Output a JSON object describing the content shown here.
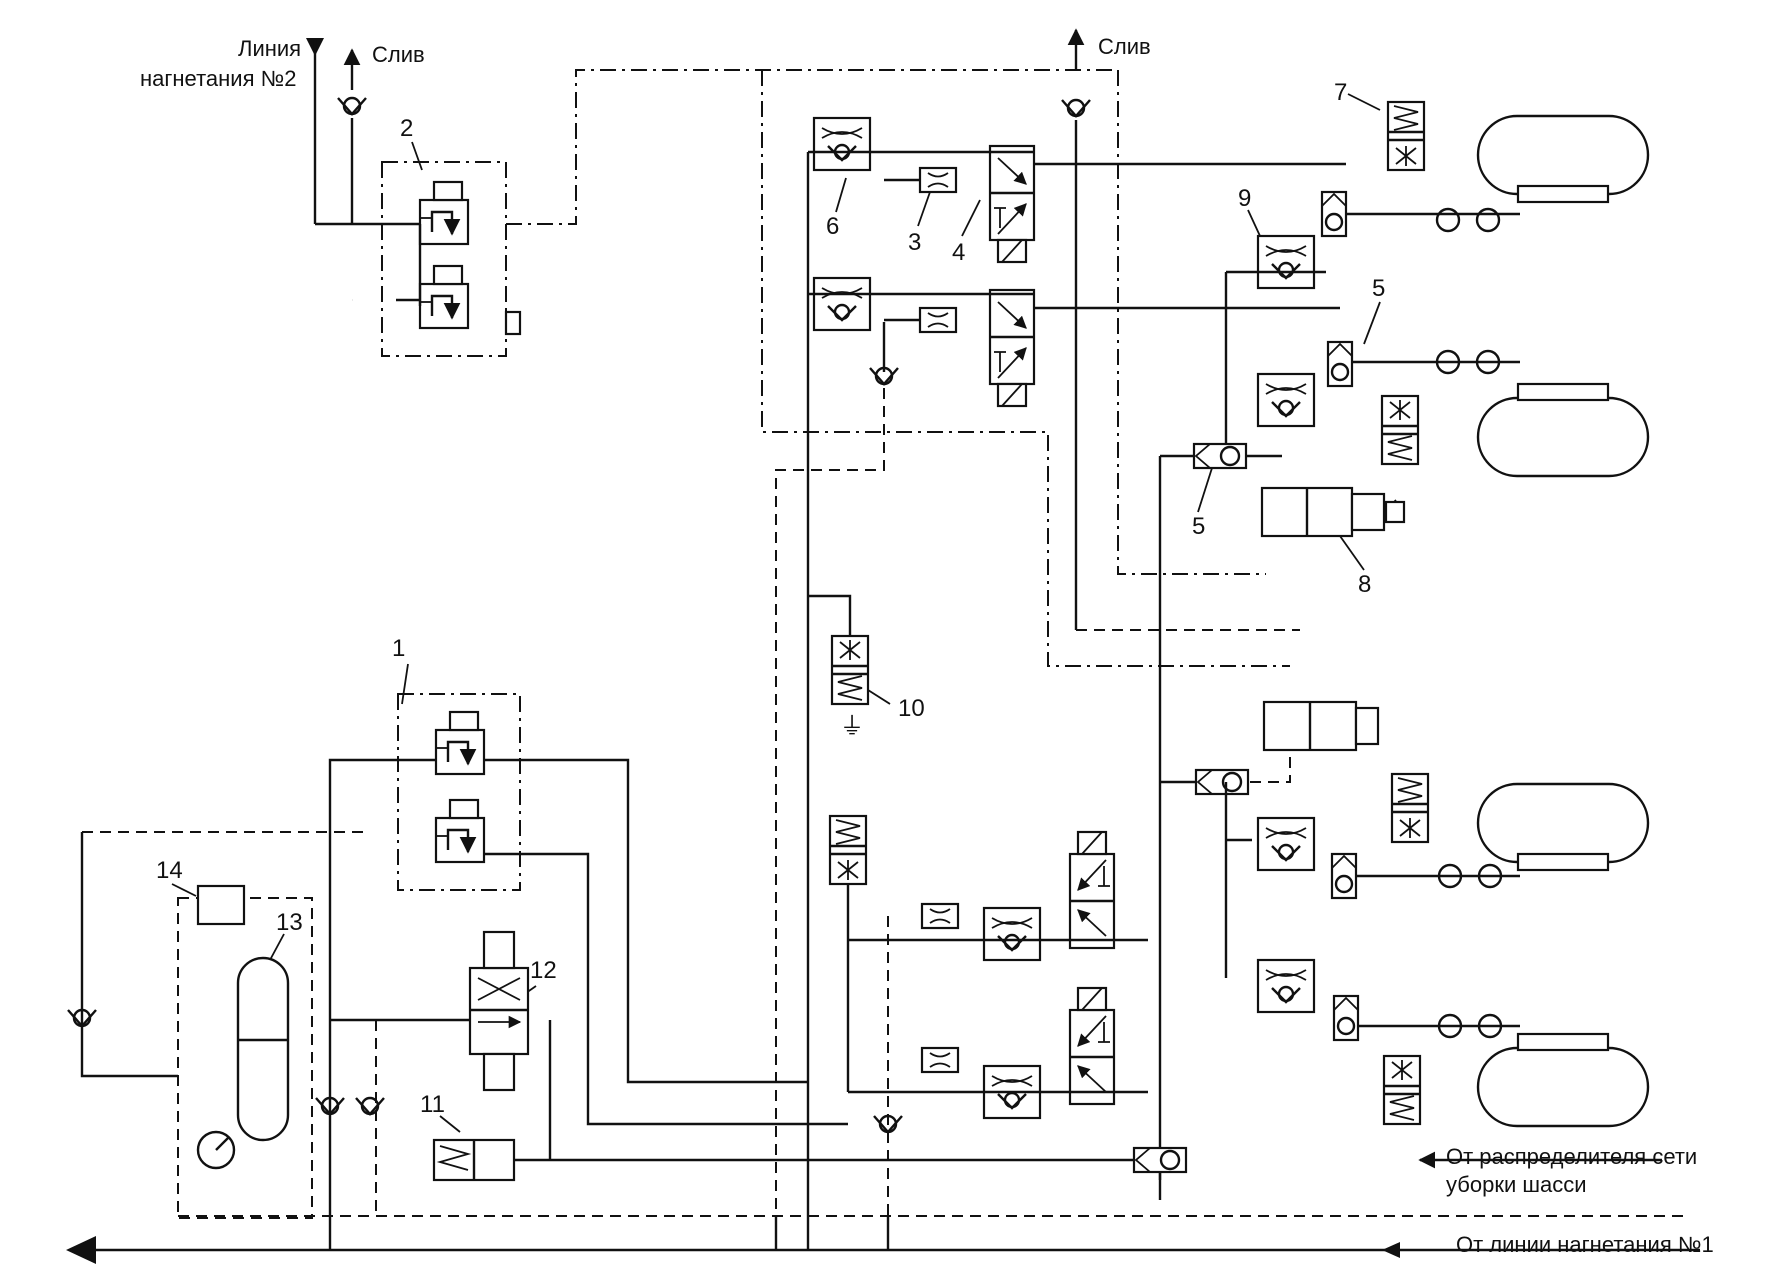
{
  "labels": {
    "line2_a": "Линия",
    "line2_b": "нагнетания №2",
    "drain_left": "Слив",
    "drain_top": "Слив",
    "from_distributor_a": "От распределителя сети",
    "from_distributor_b": "уборки шасси",
    "from_line1": "От линии нагнетания №1"
  },
  "numbers": {
    "n1": "1",
    "n2": "2",
    "n3": "3",
    "n4": "4",
    "n5a": "5",
    "n5b": "5",
    "n6": "6",
    "n7": "7",
    "n8": "8",
    "n9": "9",
    "n10": "10",
    "n11": "11",
    "n12": "12",
    "n13": "13",
    "n14": "14"
  }
}
